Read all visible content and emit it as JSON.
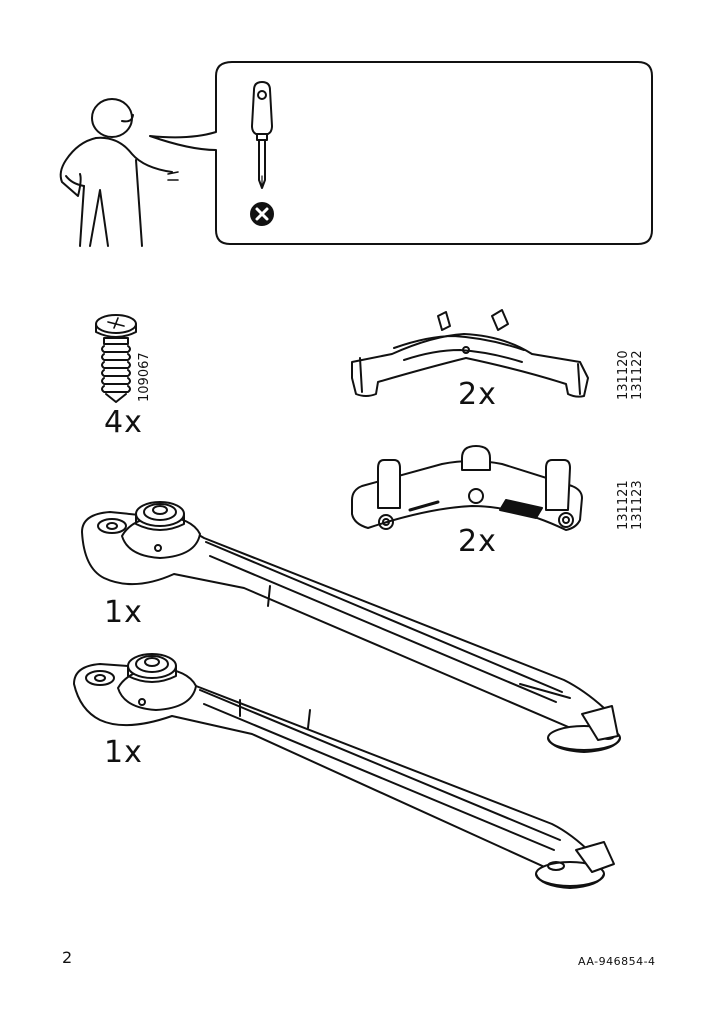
{
  "page": {
    "number": "2",
    "document_id": "AA-946854-4"
  },
  "intro": {
    "tools": [
      "screwdriver-icon",
      "no-drill-icon"
    ]
  },
  "parts": [
    {
      "id": "screw",
      "part_numbers": [
        "109067"
      ],
      "quantity": "4x"
    },
    {
      "id": "clip-upper",
      "part_numbers": [
        "131120",
        "131122"
      ],
      "quantity": "2x"
    },
    {
      "id": "clip-lower",
      "part_numbers": [
        "131121",
        "131123"
      ],
      "quantity": "2x"
    },
    {
      "id": "runner-1",
      "part_numbers": [],
      "quantity": "1x"
    },
    {
      "id": "runner-2",
      "part_numbers": [],
      "quantity": "1x"
    }
  ]
}
